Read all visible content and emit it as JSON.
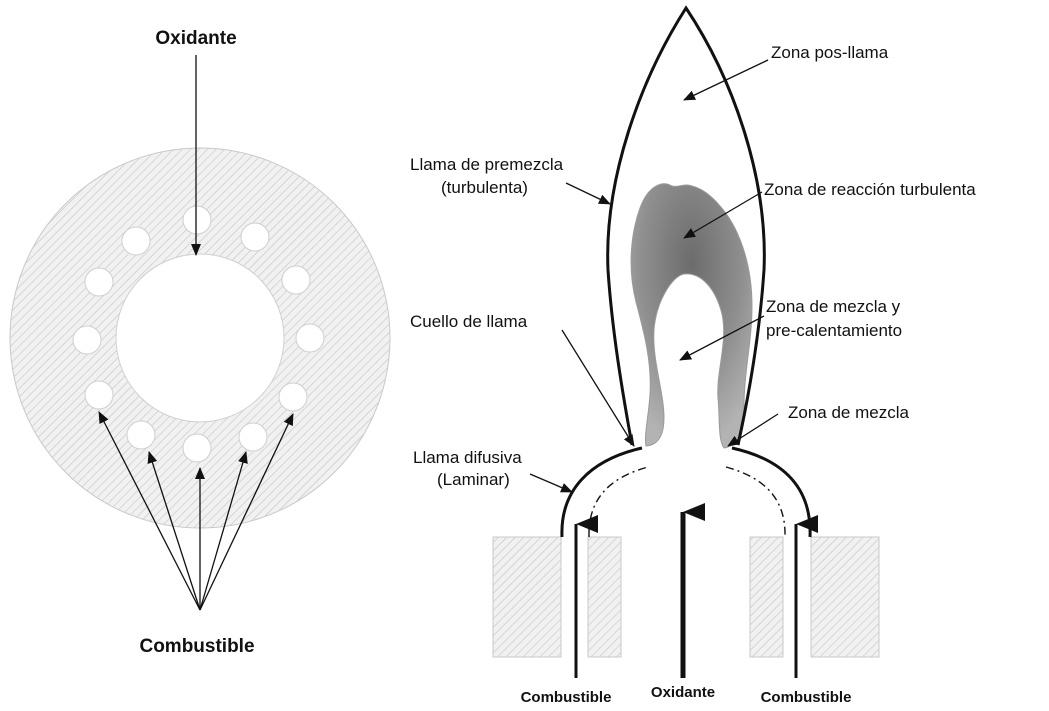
{
  "left_view": {
    "oxidant_label": "Oxidante",
    "fuel_label": "Combustible"
  },
  "right_view": {
    "labels": {
      "post_flame_zone": "Zona pos-llama",
      "premix_flame_line1": "Llama de premezcla",
      "premix_flame_line2": "(turbulenta)",
      "turbulent_reaction_zone": "Zona de reacción turbulenta",
      "flame_neck": "Cuello de llama",
      "mixing_preheat_line1": "Zona de mezcla y",
      "mixing_preheat_line2": "pre-calentamiento",
      "mixing_zone": "Zona de mezcla",
      "diffusion_flame_line1": "Llama difusiva",
      "diffusion_flame_line2": "(Laminar)"
    },
    "bottom": {
      "fuel_left": "Combustible",
      "oxidant": "Oxidante",
      "fuel_right": "Combustible"
    }
  },
  "colors": {
    "line": "#111111",
    "hatch": "#bdbdbd",
    "reaction_zone": "#8a8a8a"
  }
}
